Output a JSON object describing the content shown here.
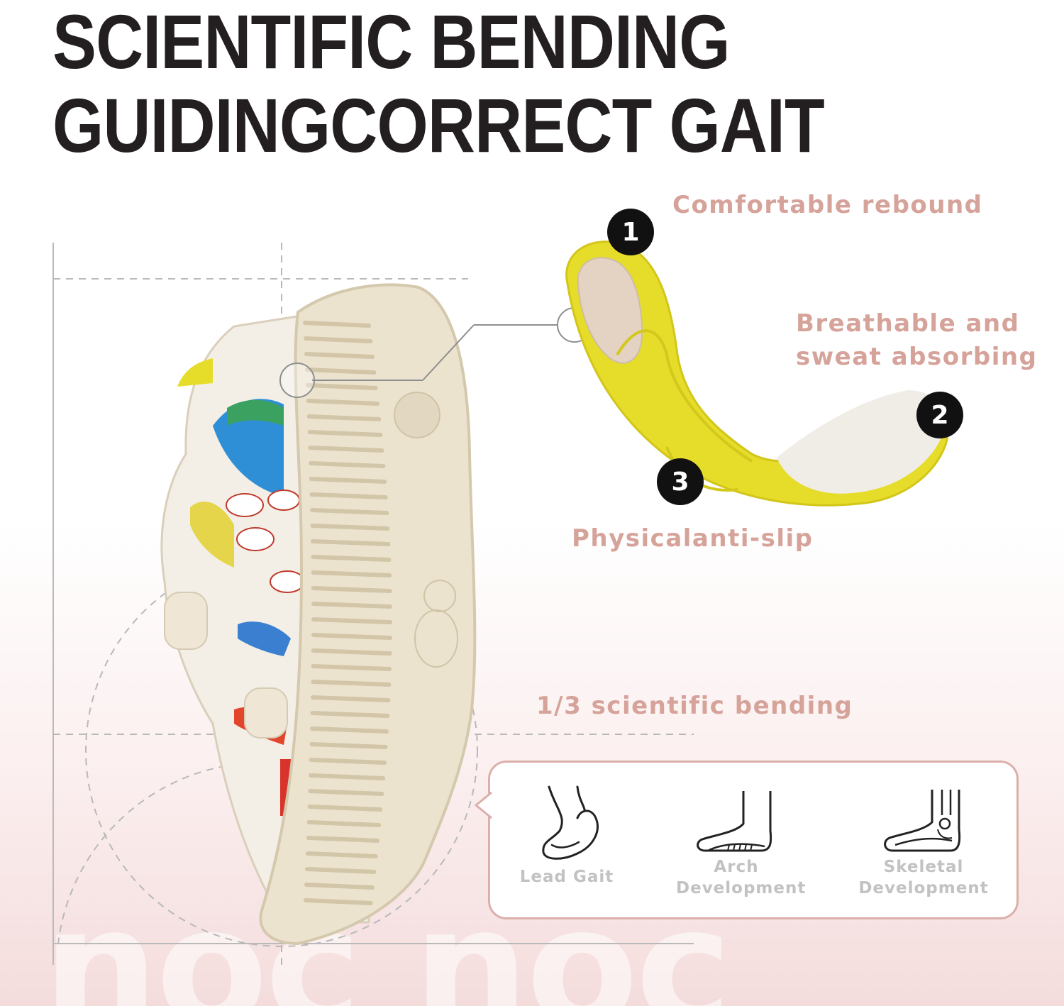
{
  "headline": {
    "line1": "SCIENTIFIC BENDING",
    "line2": "GUIDINGCORRECT GAIT"
  },
  "features": [
    {
      "number": "1",
      "label": "Comfortable rebound"
    },
    {
      "number": "2",
      "label_line1": "Breathable and",
      "label_line2": "sweat absorbing"
    },
    {
      "number": "3",
      "label": "Physicalanti-slip"
    }
  ],
  "bending_label": "1/3 scientific bending",
  "benefits": [
    {
      "icon": "foot-gait-icon",
      "label": "Lead Gait"
    },
    {
      "icon": "foot-arch-icon",
      "label_line1": "Arch",
      "label_line2": "Development"
    },
    {
      "icon": "foot-skeleton-icon",
      "label_line1": "Skeletal",
      "label_line2": "Development"
    }
  ],
  "watermark": "noc noc",
  "colors": {
    "headline": "#231f20",
    "accent_label": "#d6a39a",
    "insole_yellow": "#e6dc2a",
    "sole_cream": "#ece3cf",
    "badge_bg": "#111111"
  }
}
